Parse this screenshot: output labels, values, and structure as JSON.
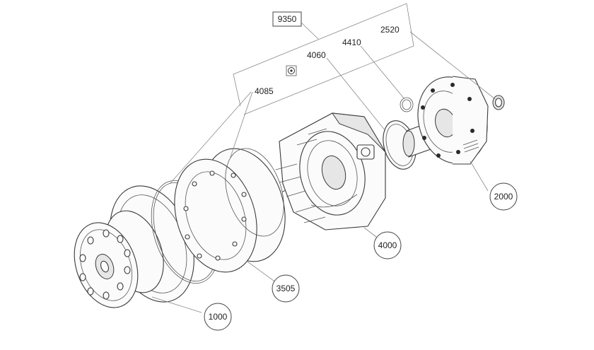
{
  "callouts": {
    "kit": "9350",
    "p2520": "2520",
    "p4410": "4410",
    "p4060": "4060",
    "p4085": "4085",
    "p2000": "2000",
    "p4000": "4000",
    "p3505": "3505",
    "p1000": "1000"
  },
  "colors": {
    "line": "#3a3a3a",
    "leader": "#888888",
    "background": "#ffffff"
  },
  "icons": [
    "seal-kit-icon"
  ]
}
